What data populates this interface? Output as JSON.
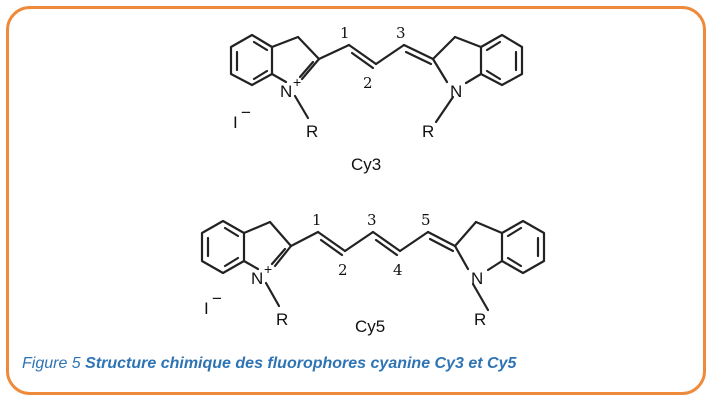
{
  "cy3": {
    "name": "Cy3",
    "chain_numbers": [
      "1",
      "2",
      "3"
    ],
    "n_plus": "N",
    "n_plus_charge": "+",
    "n_neutral": "N",
    "counterion": "I",
    "counterion_charge": "−",
    "r_left": "R",
    "r_right": "R"
  },
  "cy5": {
    "name": "Cy5",
    "chain_numbers": [
      "1",
      "2",
      "3",
      "4",
      "5"
    ],
    "n_plus": "N",
    "n_plus_charge": "+",
    "n_neutral": "N",
    "counterion": "I",
    "counterion_charge": "−",
    "r_left": "R",
    "r_right": "R"
  },
  "caption": {
    "prefix": "Figure 5 ",
    "title": "Structure chimique des fluorophores cyanine Cy3 et Cy5"
  },
  "colors": {
    "frame": "#ee8a3a",
    "caption": "#2e74b5"
  }
}
